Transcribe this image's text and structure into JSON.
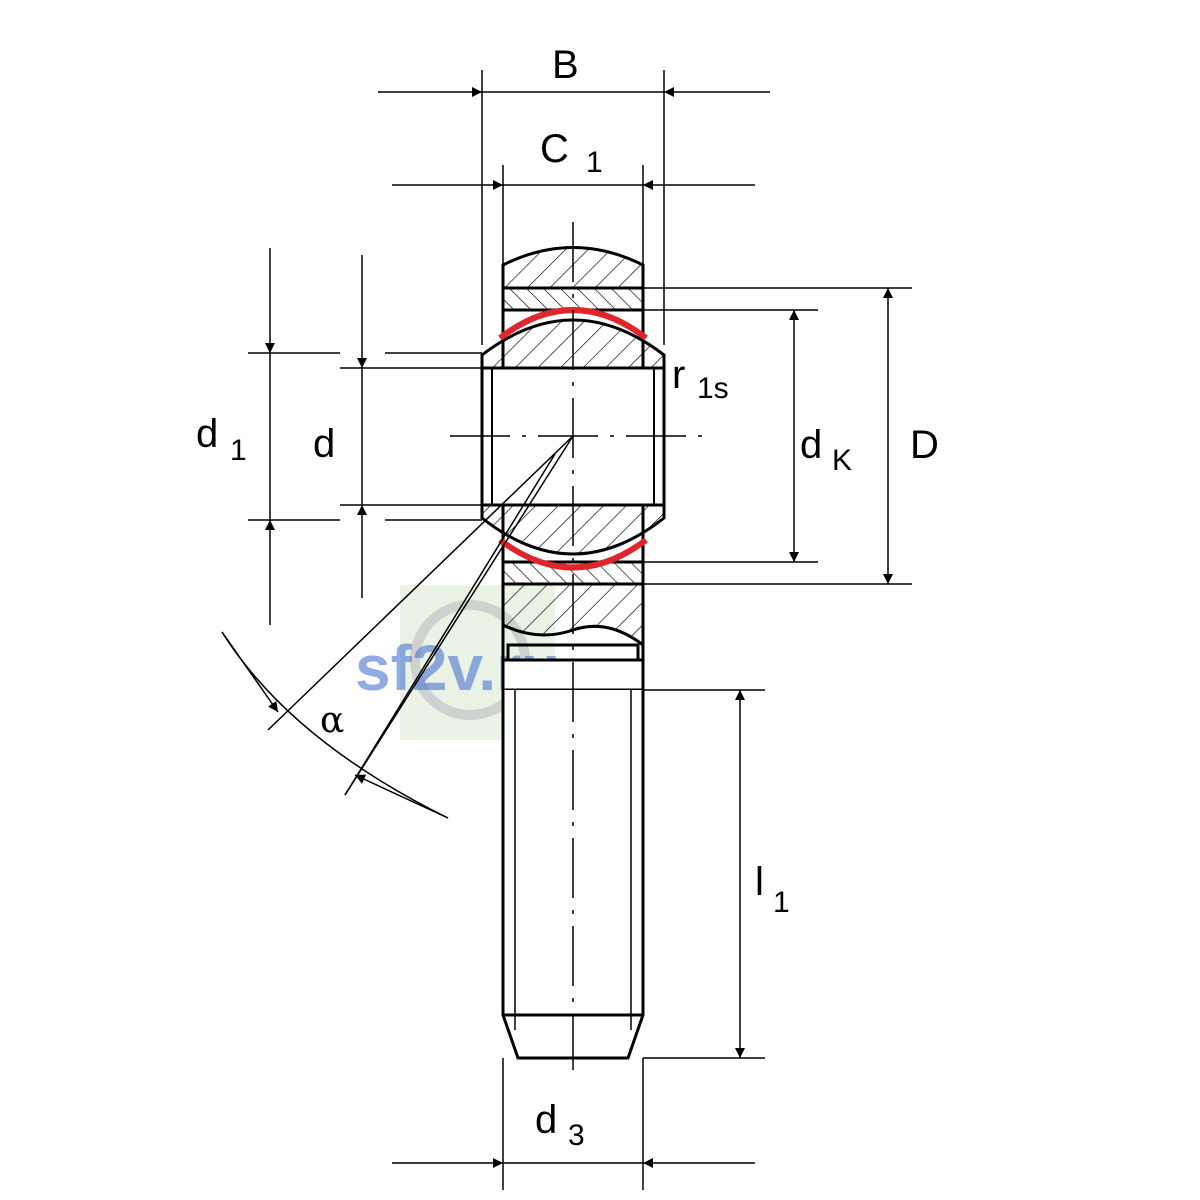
{
  "labels": {
    "B": "B",
    "C": "C",
    "C_sub": "1",
    "d1": "d",
    "d1_sub": "1",
    "d": "d",
    "r": "r",
    "r_sub": "1s",
    "dK": "d",
    "dK_sub": "K",
    "D": "D",
    "alpha": "α",
    "l1": "l",
    "l1_sub": "1",
    "d3": "d",
    "d3_sub": "3"
  },
  "watermark": {
    "text": "sf2v.ru"
  },
  "colors": {
    "line": "#000000",
    "seal": "#e0252b",
    "watermark_text": "#4a74d0",
    "watermark_bg": "#e6f0e0"
  }
}
